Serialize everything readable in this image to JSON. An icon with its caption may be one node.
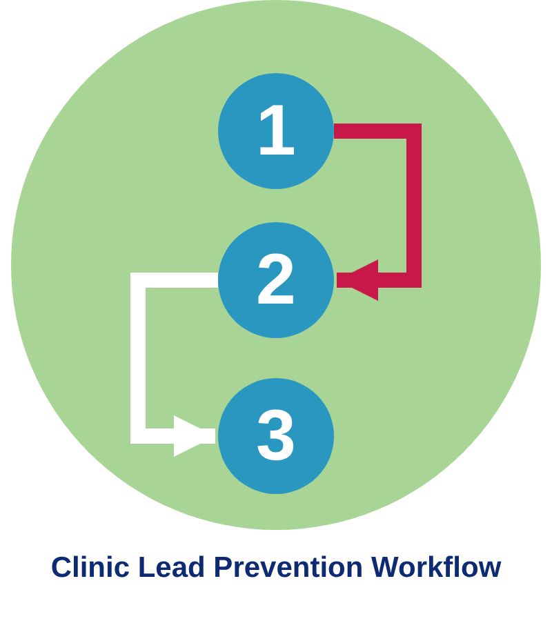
{
  "diagram": {
    "title": "Clinic Lead Prevention Workflow",
    "nodes": [
      {
        "text": [],
        "shape": "circle"
      },
      {
        "text": [
          "1"
        ],
        "in": 0
      },
      {
        "text": [
          "2"
        ],
        "in": 0
      },
      {
        "text": [
          "3"
        ],
        "in": 0
      }
    ],
    "edges": [
      {
        "from": 1,
        "to": 2,
        "arrow": "to",
        "color": "#c8184a"
      },
      {
        "from": 2,
        "to": 3,
        "arrow": "to",
        "color": "#ffffff"
      }
    ]
  }
}
